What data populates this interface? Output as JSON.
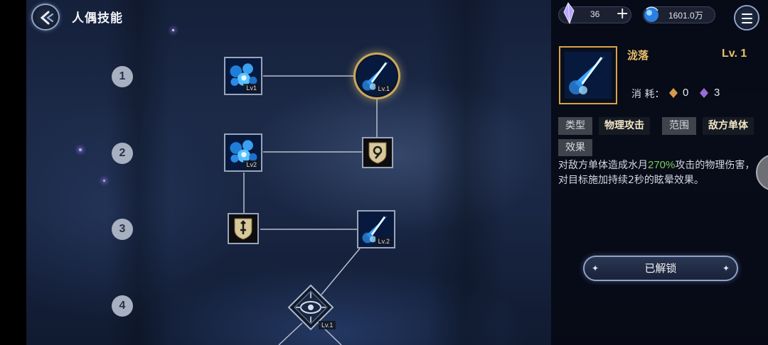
{
  "header": {
    "title": "人偶技能"
  },
  "tree": {
    "rows": [
      "1",
      "2",
      "3",
      "4"
    ],
    "nodes": [
      {
        "id": "r1-left",
        "level": "Lv1"
      },
      {
        "id": "r1-right",
        "level": "Lv.1",
        "selected": true
      },
      {
        "id": "r2-left",
        "level": "Lv2"
      },
      {
        "id": "r3-right",
        "level": "Lv.2"
      },
      {
        "id": "r4-ult",
        "level": "Lv.1"
      }
    ]
  },
  "resources": {
    "crystal": {
      "value": "36",
      "icon": "crystal-icon"
    },
    "orb": {
      "value": "1601.0万",
      "icon": "blue-orb-icon"
    }
  },
  "skill": {
    "name": "泷落",
    "level": "Lv. 1",
    "cost_label": "消 耗：",
    "cost_gold": "0",
    "cost_purple": "3",
    "type_key": "类型",
    "type_value": "物理攻击",
    "range_key": "范围",
    "range_value": "敌方单体",
    "effect_key": "效果",
    "desc_before": "对敌方单体造成水月",
    "desc_highlight": "270%",
    "desc_after": "攻击的物理伤害，对目标施加持续2秒的眩晕效果。"
  },
  "unlock_button": {
    "label": "已解锁"
  },
  "colors": {
    "gold": "#e8c06b",
    "highlight_green": "#7ad05a",
    "panel_bg": "#060a14"
  }
}
